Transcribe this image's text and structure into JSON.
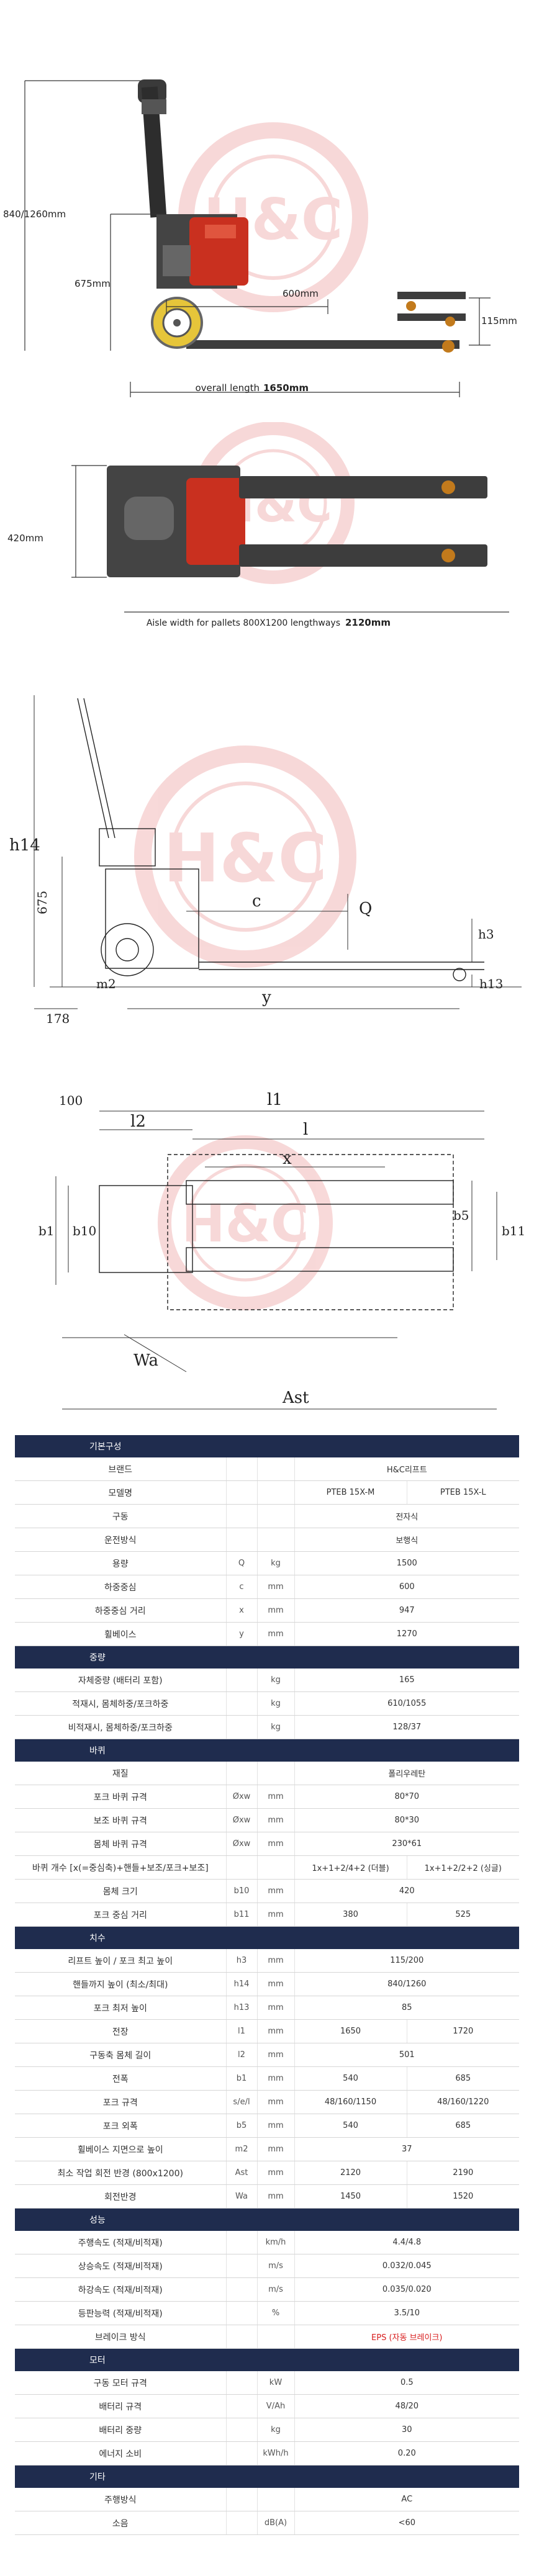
{
  "drawing1": {
    "height_label": "840/1260mm",
    "lift_height_label": "675mm",
    "center_label": "600mm",
    "fork_low_label": "115mm",
    "overall_prefix": "overall length",
    "overall_value": "1650mm"
  },
  "drawing2": {
    "width_label": "420mm",
    "aisle_prefix": "Aisle width for pallets 800X1200 lengthways",
    "aisle_value": "2120mm"
  },
  "drawing3": {
    "h14": "h14",
    "v675": "675",
    "c": "c",
    "Q": "Q",
    "h3": "h3",
    "v178": "178",
    "m2": "m2",
    "y": "y",
    "h13": "h13"
  },
  "drawing4": {
    "v100": "100",
    "l2": "l2",
    "l1": "l1",
    "l": "l",
    "x": "x",
    "b1": "b1",
    "b10": "b10",
    "b5": "b5",
    "b11": "b11",
    "Wa": "Wa",
    "Ast": "Ast"
  },
  "watermark": "H&C",
  "colors": {
    "header": "#1f2c4e",
    "accent_red": "#d81d1d",
    "machine_red": "#c9301f",
    "watermark": "#f2b9b9"
  },
  "spec": [
    {
      "type": "sec",
      "label": "기본구성"
    },
    {
      "type": "row",
      "label": "브랜드",
      "sym": "",
      "unit": "",
      "v1": "H&C리프트",
      "v2": null
    },
    {
      "type": "row",
      "label": "모델명",
      "sym": "",
      "unit": "",
      "v1": "PTEB 15X-M",
      "v2": "PTEB 15X-L"
    },
    {
      "type": "row",
      "label": "구동",
      "sym": "",
      "unit": "",
      "v1": "전자식",
      "v2": null
    },
    {
      "type": "row",
      "label": "운전방식",
      "sym": "",
      "unit": "",
      "v1": "보행식",
      "v2": null
    },
    {
      "type": "row",
      "label": "용량",
      "sym": "Q",
      "unit": "kg",
      "v1": "1500",
      "v2": null
    },
    {
      "type": "row",
      "label": "하중중심",
      "sym": "c",
      "unit": "mm",
      "v1": "600",
      "v2": null
    },
    {
      "type": "row",
      "label": "하중중심 거리",
      "sym": "x",
      "unit": "mm",
      "v1": "947",
      "v2": null
    },
    {
      "type": "row",
      "label": "휠베이스",
      "sym": "y",
      "unit": "mm",
      "v1": "1270",
      "v2": null
    },
    {
      "type": "sec",
      "label": "중량"
    },
    {
      "type": "row",
      "label": "자체중량 (배터리 포함)",
      "sym": "",
      "unit": "kg",
      "v1": "165",
      "v2": null
    },
    {
      "type": "row",
      "label": "적재시, 몸체하중/포크하중",
      "sym": "",
      "unit": "kg",
      "v1": "610/1055",
      "v2": null
    },
    {
      "type": "row",
      "label": "비적재시, 몸체하중/포크하중",
      "sym": "",
      "unit": "kg",
      "v1": "128/37",
      "v2": null
    },
    {
      "type": "sec",
      "label": "바퀴"
    },
    {
      "type": "row",
      "label": "재질",
      "sym": "",
      "unit": "",
      "v1": "폴리우레탄",
      "v2": null
    },
    {
      "type": "row",
      "label": "포크 바퀴 규격",
      "sym": "Øxw",
      "unit": "mm",
      "v1": "80*70",
      "v2": null
    },
    {
      "type": "row",
      "label": "보조 바퀴 규격",
      "sym": "Øxw",
      "unit": "mm",
      "v1": "80*30",
      "v2": null
    },
    {
      "type": "row",
      "label": "몸체 바퀴 규격",
      "sym": "Øxw",
      "unit": "mm",
      "v1": "230*61",
      "v2": null
    },
    {
      "type": "row",
      "label": "바퀴 개수 [x(=중심축)+핸들+보조/포크+보조]",
      "sym": "",
      "unit": "",
      "v1": "1x+1+2/4+2 (더블)",
      "v2": "1x+1+2/2+2 (싱글)"
    },
    {
      "type": "row",
      "label": "몸체 크기",
      "sym": "b10",
      "unit": "mm",
      "v1": "420",
      "v2": null
    },
    {
      "type": "row",
      "label": "포크 중심 거리",
      "sym": "b11",
      "unit": "mm",
      "v1": "380",
      "v2": "525"
    },
    {
      "type": "sec",
      "label": "치수"
    },
    {
      "type": "row",
      "label": "리프트 높이 / 포크 최고 높이",
      "sym": "h3",
      "unit": "mm",
      "v1": "115/200",
      "v2": null
    },
    {
      "type": "row",
      "label": "핸들까지 높이 (최소/최대)",
      "sym": "h14",
      "unit": "mm",
      "v1": "840/1260",
      "v2": null
    },
    {
      "type": "row",
      "label": "포크 최저 높이",
      "sym": "h13",
      "unit": "mm",
      "v1": "85",
      "v2": null
    },
    {
      "type": "row",
      "label": "전장",
      "sym": "l1",
      "unit": "mm",
      "v1": "1650",
      "v2": "1720"
    },
    {
      "type": "row",
      "label": "구동축 몸체 길이",
      "sym": "l2",
      "unit": "mm",
      "v1": "501",
      "v2": null
    },
    {
      "type": "row",
      "label": "전폭",
      "sym": "b1",
      "unit": "mm",
      "v1": "540",
      "v2": "685"
    },
    {
      "type": "row",
      "label": "포크 규격",
      "sym": "s/e/l",
      "unit": "mm",
      "v1": "48/160/1150",
      "v2": "48/160/1220"
    },
    {
      "type": "row",
      "label": "포크 외폭",
      "sym": "b5",
      "unit": "mm",
      "v1": "540",
      "v2": "685"
    },
    {
      "type": "row",
      "label": "휠베이스 지면으로 높이",
      "sym": "m2",
      "unit": "mm",
      "v1": "37",
      "v2": null
    },
    {
      "type": "row",
      "label": "최소 작업 회전 반경 (800x1200)",
      "sym": "Ast",
      "unit": "mm",
      "v1": "2120",
      "v2": "2190"
    },
    {
      "type": "row",
      "label": "회전반경",
      "sym": "Wa",
      "unit": "mm",
      "v1": "1450",
      "v2": "1520"
    },
    {
      "type": "sec",
      "label": "성능"
    },
    {
      "type": "row",
      "label": "주행속도 (적재/비적재)",
      "sym": "",
      "unit": "km/h",
      "v1": "4.4/4.8",
      "v2": null
    },
    {
      "type": "row",
      "label": "상승속도 (적재/비적재)",
      "sym": "",
      "unit": "m/s",
      "v1": "0.032/0.045",
      "v2": null
    },
    {
      "type": "row",
      "label": "하강속도 (적재/비적재)",
      "sym": "",
      "unit": "m/s",
      "v1": "0.035/0.020",
      "v2": null
    },
    {
      "type": "row",
      "label": "등판능력 (적재/비적재)",
      "sym": "",
      "unit": "%",
      "v1": "3.5/10",
      "v2": null
    },
    {
      "type": "row",
      "label": "브레이크 방식",
      "sym": "",
      "unit": "",
      "v1": "EPS (자동 브레이크)",
      "v2": null,
      "red": true
    },
    {
      "type": "sec",
      "label": "모터"
    },
    {
      "type": "row",
      "label": "구동 모터 규격",
      "sym": "",
      "unit": "kW",
      "v1": "0.5",
      "v2": null
    },
    {
      "type": "row",
      "label": "배터리 규격",
      "sym": "",
      "unit": "V/Ah",
      "v1": "48/20",
      "v2": null
    },
    {
      "type": "row",
      "label": "배터리 중량",
      "sym": "",
      "unit": "kg",
      "v1": "30",
      "v2": null
    },
    {
      "type": "row",
      "label": "에너지 소비",
      "sym": "",
      "unit": "kWh/h",
      "v1": "0.20",
      "v2": null
    },
    {
      "type": "sec",
      "label": "기타"
    },
    {
      "type": "row",
      "label": "주행방식",
      "sym": "",
      "unit": "",
      "v1": "AC",
      "v2": null
    },
    {
      "type": "row",
      "label": "소음",
      "sym": "",
      "unit": "dB(A)",
      "v1": "<60",
      "v2": null
    }
  ]
}
